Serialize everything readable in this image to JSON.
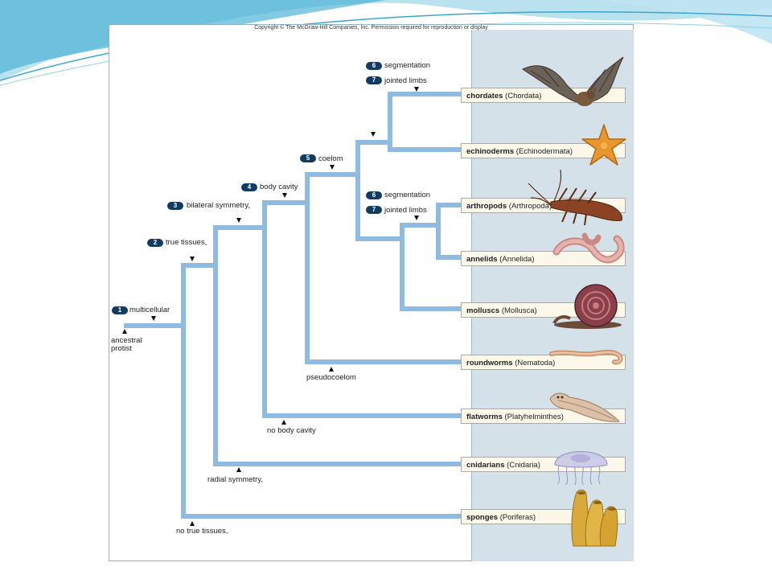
{
  "copyright": "Copyright © The McGraw-Hill Companies, Inc. Permission required for reproduction or display",
  "root_label": [
    "ancestral",
    "protist"
  ],
  "characters": [
    {
      "num": "1",
      "label": "multicellular"
    },
    {
      "num": "2",
      "label": "true tissues,"
    },
    {
      "num": "3",
      "label": "bilateral symmetry,"
    },
    {
      "num": "4",
      "label": "body cavity"
    },
    {
      "num": "5",
      "label": "coelom"
    },
    {
      "num": "6",
      "label": "segmentation"
    },
    {
      "num": "7",
      "label": "jointed limbs"
    },
    {
      "num": "6",
      "label": "segmentation"
    },
    {
      "num": "7",
      "label": "jointed limbs"
    }
  ],
  "alternatives": {
    "pseudocoelom": "pseudocoelom",
    "no_body_cavity": "no body cavity",
    "radial_symmetry": "radial symmetry,",
    "no_true_tissues": "no true tissues,"
  },
  "taxa": [
    {
      "common": "chordates",
      "latin": "(Chordata)",
      "animal": "bat"
    },
    {
      "common": "echinoderms",
      "latin": "(Echinodermata)",
      "animal": "sea star"
    },
    {
      "common": "arthropods",
      "latin": "(Arthropoda)",
      "animal": "lobster"
    },
    {
      "common": "annelids",
      "latin": "(Annelida)",
      "animal": "earthworm"
    },
    {
      "common": "molluscs",
      "latin": "(Mollusca)",
      "animal": "snail"
    },
    {
      "common": "roundworms",
      "latin": "(Nematoda)",
      "animal": "roundworm"
    },
    {
      "common": "flatworms",
      "latin": "(Platyhelminthes)",
      "animal": "flatworm"
    },
    {
      "common": "cnidarians",
      "latin": "(Cnidaria)",
      "animal": "jellyfish"
    },
    {
      "common": "sponges",
      "latin": "(Poriferas)",
      "animal": "sponge"
    }
  ],
  "colors": {
    "branch": "#8fbbe0",
    "badge": "#123b63",
    "panel": "#d4e1e9",
    "label_box": "#fbf8ea"
  }
}
